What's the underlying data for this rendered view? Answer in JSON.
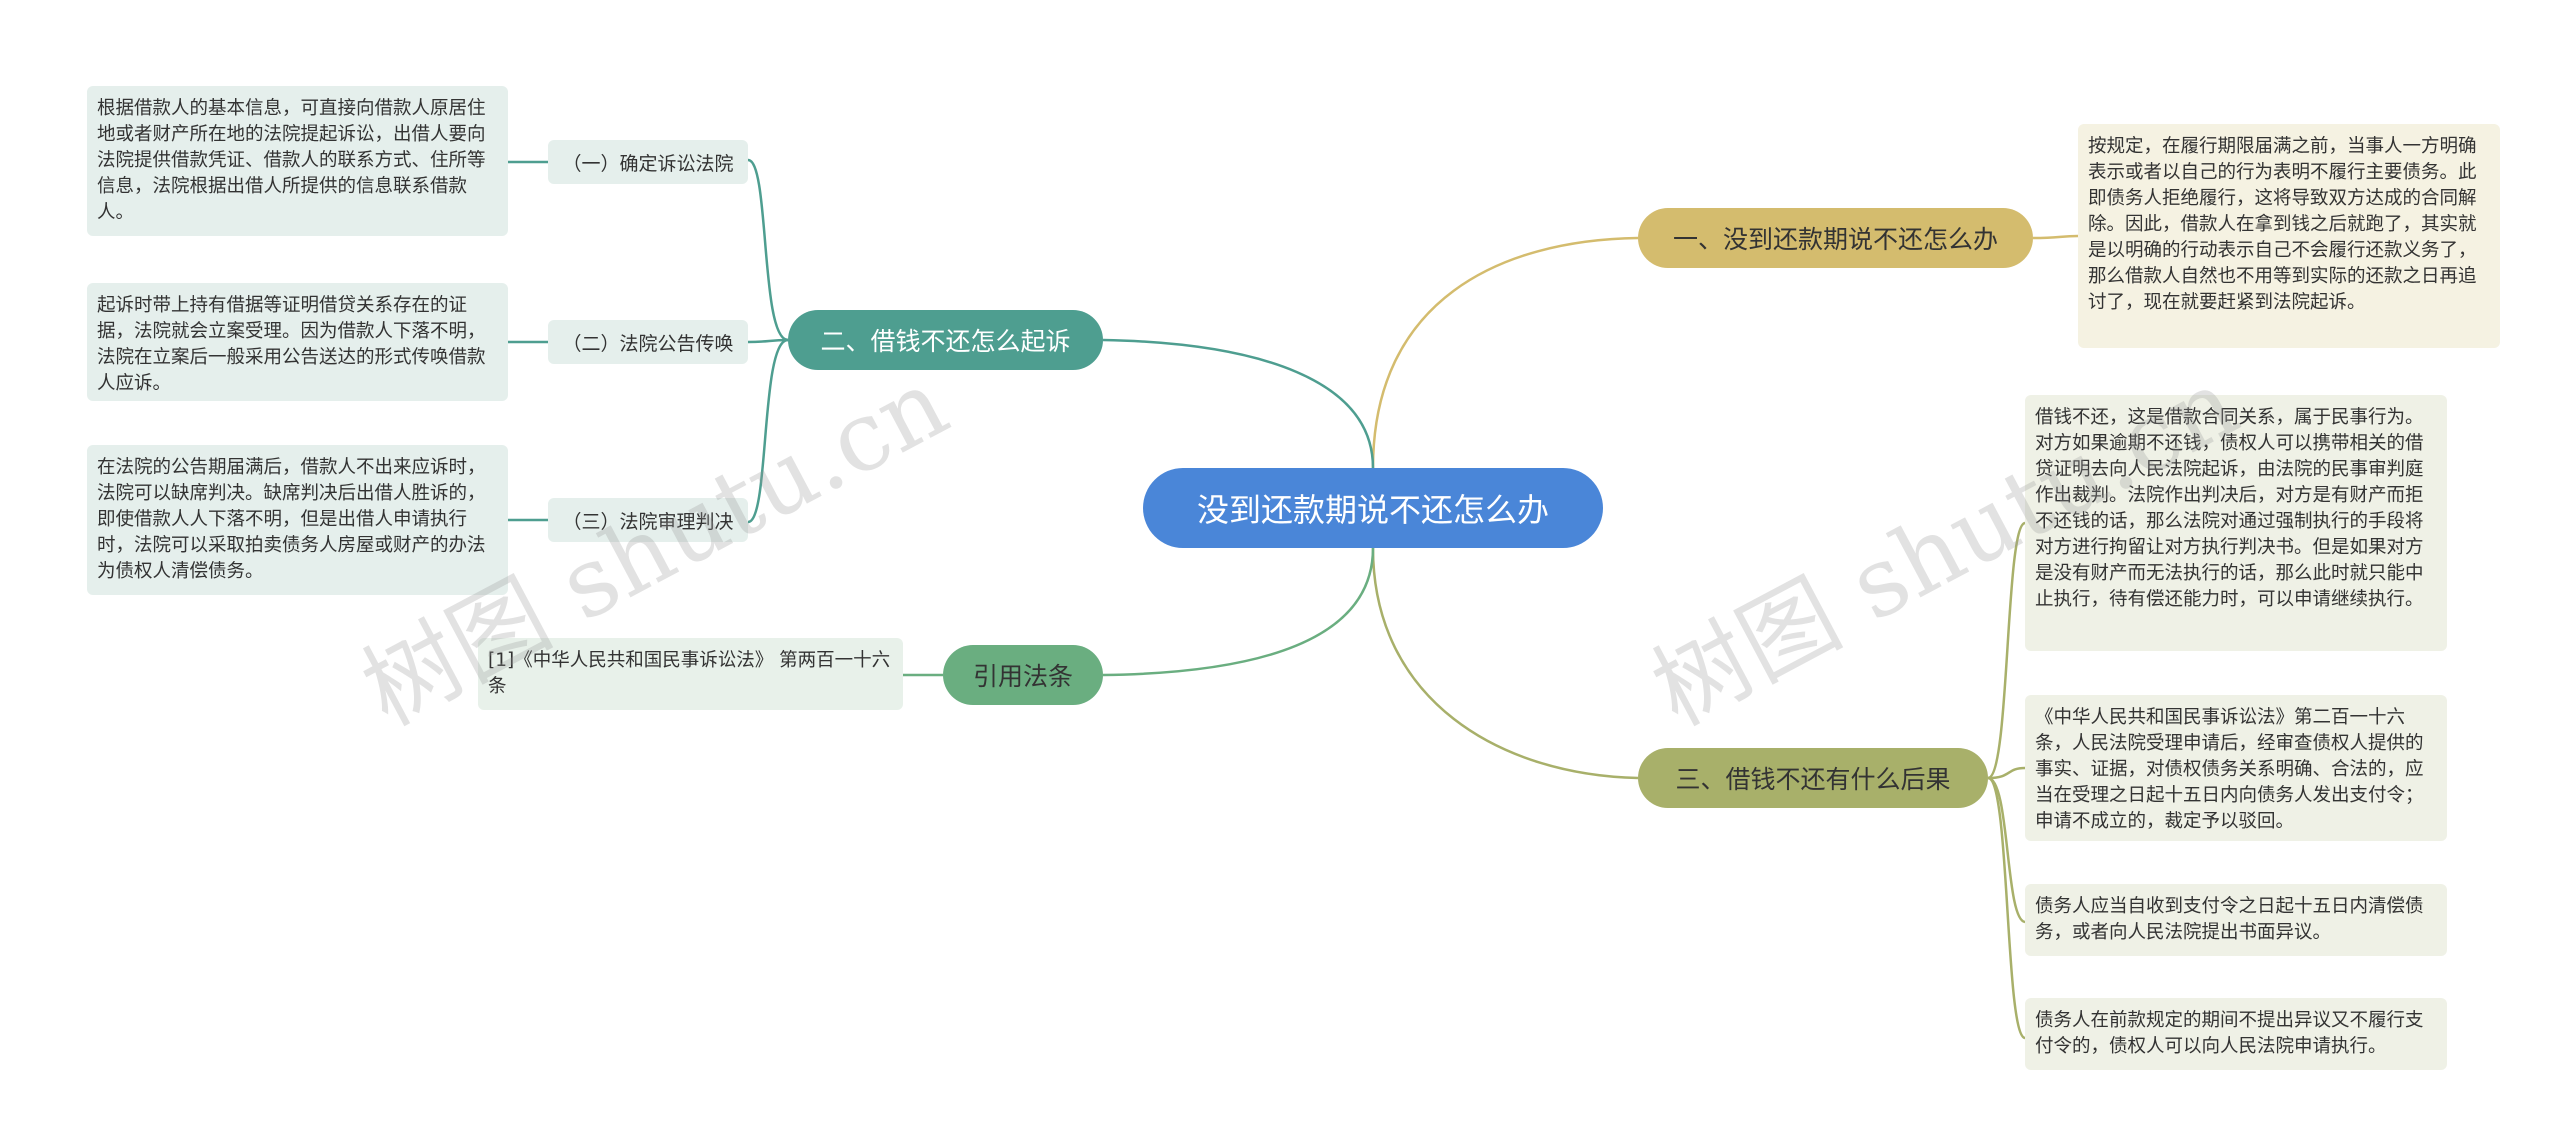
{
  "root": {
    "label": "没到还款期说不还怎么办"
  },
  "branches": {
    "b1": {
      "label": "一、没到还款期说不还怎么办",
      "color": "#d4bc6e",
      "leaves": [
        "按规定，在履行期限届满之前，当事人一方明确表示或者以自己的行为表明不履行主要债务。此即债务人拒绝履行，这将导致双方达成的合同解除。因此，借款人在拿到钱之后就跑了，其实就是以明确的行动表示自己不会履行还款义务了，那么借款人自然也不用等到实际的还款之日再追讨了，现在就要赶紧到法院起诉。"
      ]
    },
    "b2": {
      "label": "二、借钱不还怎么起诉",
      "color": "#4e9e90",
      "subs": [
        {
          "label": "（一）确定诉讼法院",
          "leaf": "根据借款人的基本信息，可直接向借款人原居住地或者财产所在地的法院提起诉讼，出借人要向法院提供借款凭证、借款人的联系方式、住所等信息，法院根据出借人所提供的信息联系借款人。"
        },
        {
          "label": "（二）法院公告传唤",
          "leaf": "起诉时带上持有借据等证明借贷关系存在的证据，法院就会立案受理。因为借款人下落不明，法院在立案后一般采用公告送达的形式传唤借款人应诉。"
        },
        {
          "label": "（三）法院审理判决",
          "leaf": "在法院的公告期届满后，借款人不出来应诉时，法院可以缺席判决。缺席判决后出借人胜诉的，即使借款人人下落不明，但是出借人申请执行时，法院可以采取拍卖债务人房屋或财产的办法为债权人清偿债务。"
        }
      ]
    },
    "b3": {
      "label": "三、借钱不还有什么后果",
      "color": "#a8b06a",
      "leaves": [
        "借钱不还，这是借款合同关系，属于民事行为。对方如果逾期不还钱，债权人可以携带相关的借贷证明去向人民法院起诉，由法院的民事审判庭作出裁判。法院作出判决后，对方是有财产而拒不还钱的话，那么法院对通过强制执行的手段将对方进行拘留让对方执行判决书。但是如果对方是没有财产而无法执行的话，那么此时就只能中止执行，待有偿还能力时，可以申请继续执行。",
        "《中华人民共和国民事诉讼法》第二百一十六条，人民法院受理申请后，经审查债权人提供的事实、证据，对债权债务关系明确、合法的，应当在受理之日起十五日内向债务人发出支付令；申请不成立的，裁定予以驳回。",
        "债务人应当自收到支付令之日起十五日内清偿债务，或者向人民法院提出书面异议。",
        "债务人在前款规定的期间不提出异议又不履行支付令的，债权人可以向人民法院申请执行。"
      ]
    },
    "b4": {
      "label": "引用法条",
      "color": "#6aae80",
      "leaves": [
        "[1]《中华人民共和国民事诉讼法》 第两百一十六条"
      ]
    }
  },
  "watermark": "树图 shutu.cn"
}
